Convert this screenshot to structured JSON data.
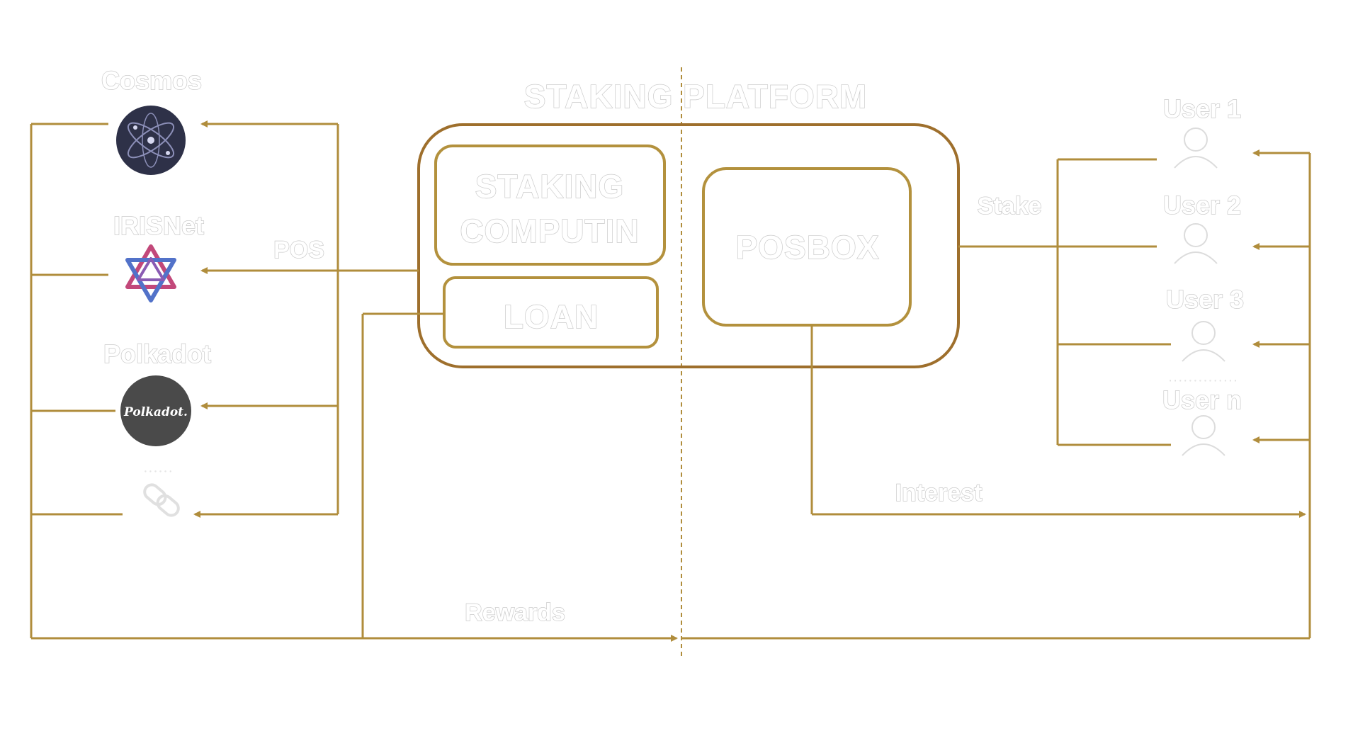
{
  "colors": {
    "flow_line": "#b08d3c",
    "platform_border": "#9e6f2c",
    "box_border": "#b3913d",
    "cosmos_bg": "#2e3148",
    "polkadot_bg": "#4a4a4a"
  },
  "platform": {
    "title": "STAKING PLATFORM",
    "staking_box": {
      "line1": "STAKING",
      "line2": "COMPUTIN"
    },
    "loan_box": "LOAN",
    "posbox": "POSBOX"
  },
  "networks": [
    {
      "label": "Cosmos",
      "icon": "cosmos-atom-icon"
    },
    {
      "label": "IRISNet",
      "icon": "irisnet-star-icon"
    },
    {
      "label": "Polkadot",
      "icon": "polkadot-logo-icon",
      "logo_text": "Polkadot."
    },
    {
      "label": "......",
      "icon": "chain-link-icon"
    }
  ],
  "users": [
    {
      "label": "User 1",
      "icon": "user-icon"
    },
    {
      "label": "User 2",
      "icon": "user-icon"
    },
    {
      "label": "User 3",
      "icon": "user-icon"
    },
    {
      "label": "User n",
      "icon": "user-icon"
    }
  ],
  "users_ellipsis": "..............",
  "flows": {
    "pos": "POS",
    "stake": "Stake",
    "interest": "Interest",
    "rewards": "Rewards"
  }
}
